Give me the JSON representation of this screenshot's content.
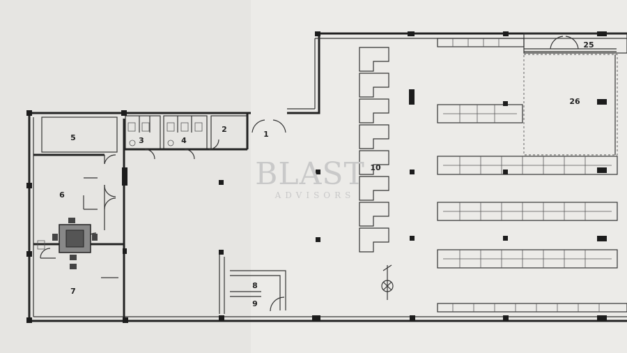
{
  "watermark": {
    "title": "BLAST",
    "subtitle": "ADVISORS"
  },
  "rooms": {
    "r1": "1",
    "r2": "2",
    "r3": "3",
    "r4": "4",
    "r5": "5",
    "r6": "6",
    "r7": "7",
    "r8": "8",
    "r9": "9",
    "r10": "10",
    "r25": "25",
    "r26": "26"
  },
  "colors": {
    "paper": "#ecebe8",
    "ink": "#222222",
    "watermark": "#c9c9c9"
  }
}
